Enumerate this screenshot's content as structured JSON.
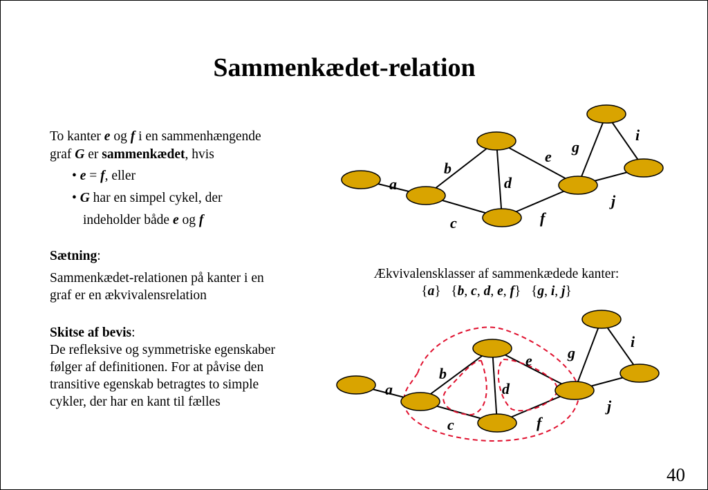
{
  "slide": {
    "title": "Sammenkædet-relation",
    "page_number": "40"
  },
  "definition": {
    "line1": {
      "p1": "To kanter ",
      "e": "e",
      "og": " og ",
      "f": "f",
      "rest": " i en sammenhængende"
    },
    "line2": {
      "p1": "graf ",
      "G": "G",
      "p2": " er ",
      "term": "sammenkædet",
      "p3": ", hvis"
    },
    "bullet1": {
      "e": "e",
      "eq": " = ",
      "f": "f",
      "rest": ", eller"
    },
    "bullet2": {
      "G": "G",
      "rest": " har en simpel cykel, der"
    },
    "bullet2_cont": {
      "p1": "indeholder både ",
      "e": "e",
      "og": " og ",
      "f": "f"
    },
    "bullet_symbol": "•"
  },
  "theorem": {
    "heading": "Sætning",
    "colon": ":",
    "line1": "Sammenkædet-relationen på kanter i en",
    "line2": "graf er en ækvivalensrelation"
  },
  "proof": {
    "heading": "Skitse af bevis",
    "colon": ":",
    "lines": [
      "De refleksive og symmetriske egenskaber",
      "følger af definitionen. For at påvise den",
      "transitive egenskab betragtes to simple",
      "cykler, der har en kant til fælles"
    ]
  },
  "classes": {
    "caption": "Ækvivalensklasser af sammenkædede kanter:",
    "formula": {
      "o1": "{",
      "a": "a",
      "c1": "}   {",
      "b": "b",
      "s1": ", ",
      "c": "c",
      "s2": ", ",
      "d": "d",
      "s3": ", ",
      "e": "e",
      "s4": ", ",
      "f": "f",
      "c2": "}   {",
      "g": "g",
      "s5": ", ",
      "i": "i",
      "s6": ", ",
      "j": "j",
      "c3": "}"
    }
  },
  "graph": {
    "edge_labels": [
      "a",
      "b",
      "c",
      "d",
      "e",
      "f",
      "g",
      "i",
      "j"
    ],
    "colors": {
      "vertex_fill": "#D9A400",
      "vertex_stroke": "#000000",
      "edge": "#000000",
      "class_outline": "#E0102E"
    }
  }
}
